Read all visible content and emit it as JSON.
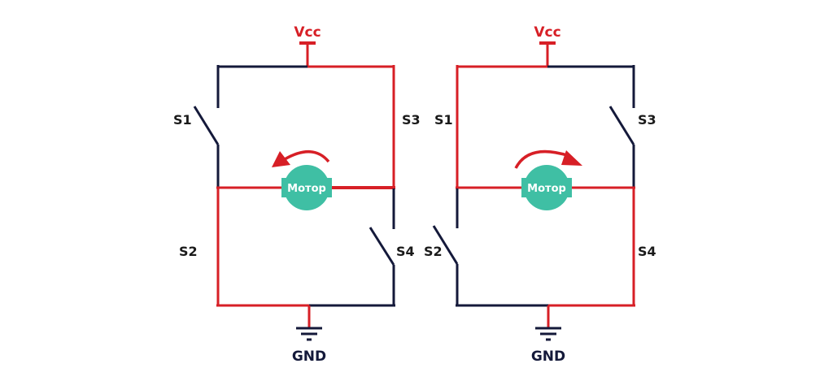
{
  "title": "H-bridge motor direction diagram",
  "colors": {
    "active": "#d71f26",
    "inactive": "#14193a",
    "motor": "#3fbfa4",
    "motor_text": "#ffffff",
    "label": "#1a1a1a",
    "background": "#ffffff"
  },
  "circuits": [
    {
      "id": "left",
      "vcc_label": "Vcc",
      "gnd_label": "GND",
      "motor_label": "Мотор",
      "rotation": "counterclockwise",
      "switches": [
        {
          "name": "S1",
          "state": "open"
        },
        {
          "name": "S2",
          "state": "closed"
        },
        {
          "name": "S3",
          "state": "closed"
        },
        {
          "name": "S4",
          "state": "open"
        }
      ]
    },
    {
      "id": "right",
      "vcc_label": "Vcc",
      "gnd_label": "GND",
      "motor_label": "Мотор",
      "rotation": "clockwise",
      "switches": [
        {
          "name": "S1",
          "state": "closed"
        },
        {
          "name": "S2",
          "state": "open"
        },
        {
          "name": "S3",
          "state": "open"
        },
        {
          "name": "S4",
          "state": "closed"
        }
      ]
    }
  ]
}
